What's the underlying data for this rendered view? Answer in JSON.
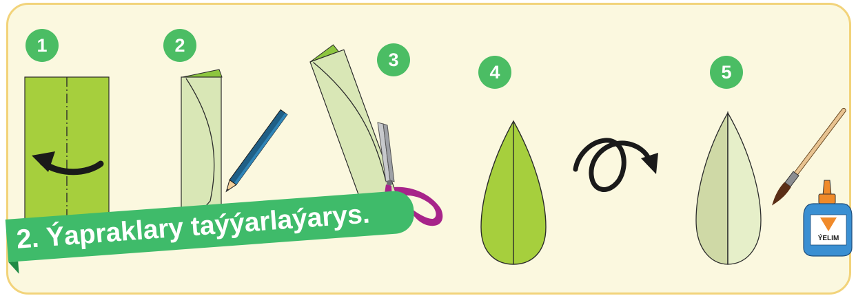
{
  "steps": [
    "1",
    "2",
    "3",
    "4",
    "5"
  ],
  "title": "2. Ýapraklary taýýarlaýarys.",
  "glue": {
    "label": "ÝELIM"
  },
  "colors": {
    "background": "#fbf8df",
    "border": "#f2d37a",
    "badge": "#4bbd64",
    "leaf_green": "#a6cf3d",
    "leaf_pale": "#d9e7b6",
    "banner": "#3fbb6a"
  },
  "icons": [
    "fold-arrow-icon",
    "pencil-icon",
    "scissors-icon",
    "flip-arrow-icon",
    "paintbrush-icon",
    "glue-bottle-icon"
  ]
}
